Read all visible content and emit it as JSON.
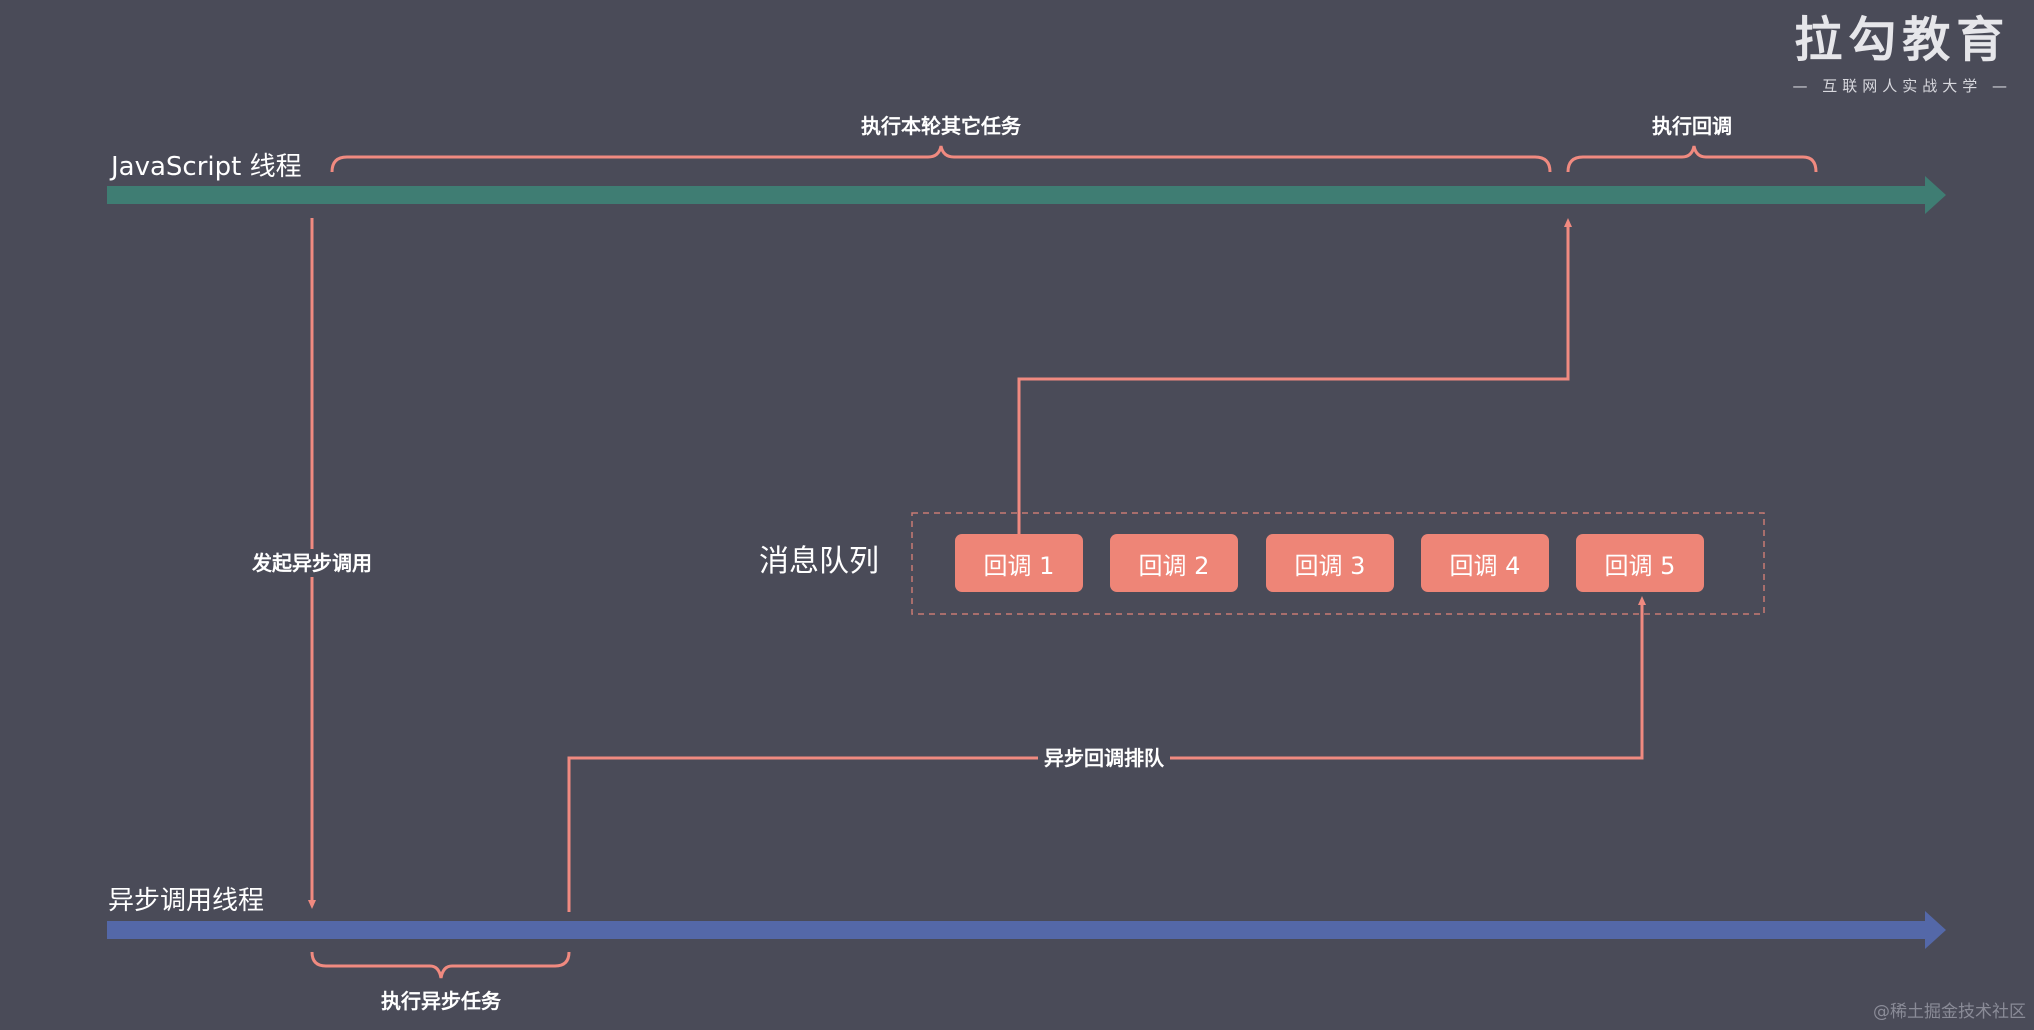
{
  "threads": {
    "js": {
      "label": "JavaScript 线程",
      "color": "#3f7d73"
    },
    "async": {
      "label": "异步调用线程",
      "color": "#5468a8"
    }
  },
  "braces": {
    "other_tasks": "执行本轮其它任务",
    "exec_callback": "执行回调",
    "exec_async_task": "执行异步任务"
  },
  "edges": {
    "start_async": "发起异步调用",
    "enqueue": "异步回调排队"
  },
  "queue": {
    "label": "消息队列",
    "items": [
      "回调 1",
      "回调 2",
      "回调 3",
      "回调 4",
      "回调 5"
    ]
  },
  "colors": {
    "background": "#4a4b58",
    "accent": "#ee8577",
    "arrow_line": "#f08a80"
  },
  "logo": {
    "title": "拉勾教育",
    "subtitle": "— 互联网人实战大学 —"
  },
  "watermark": "@稀土掘金技术社区"
}
